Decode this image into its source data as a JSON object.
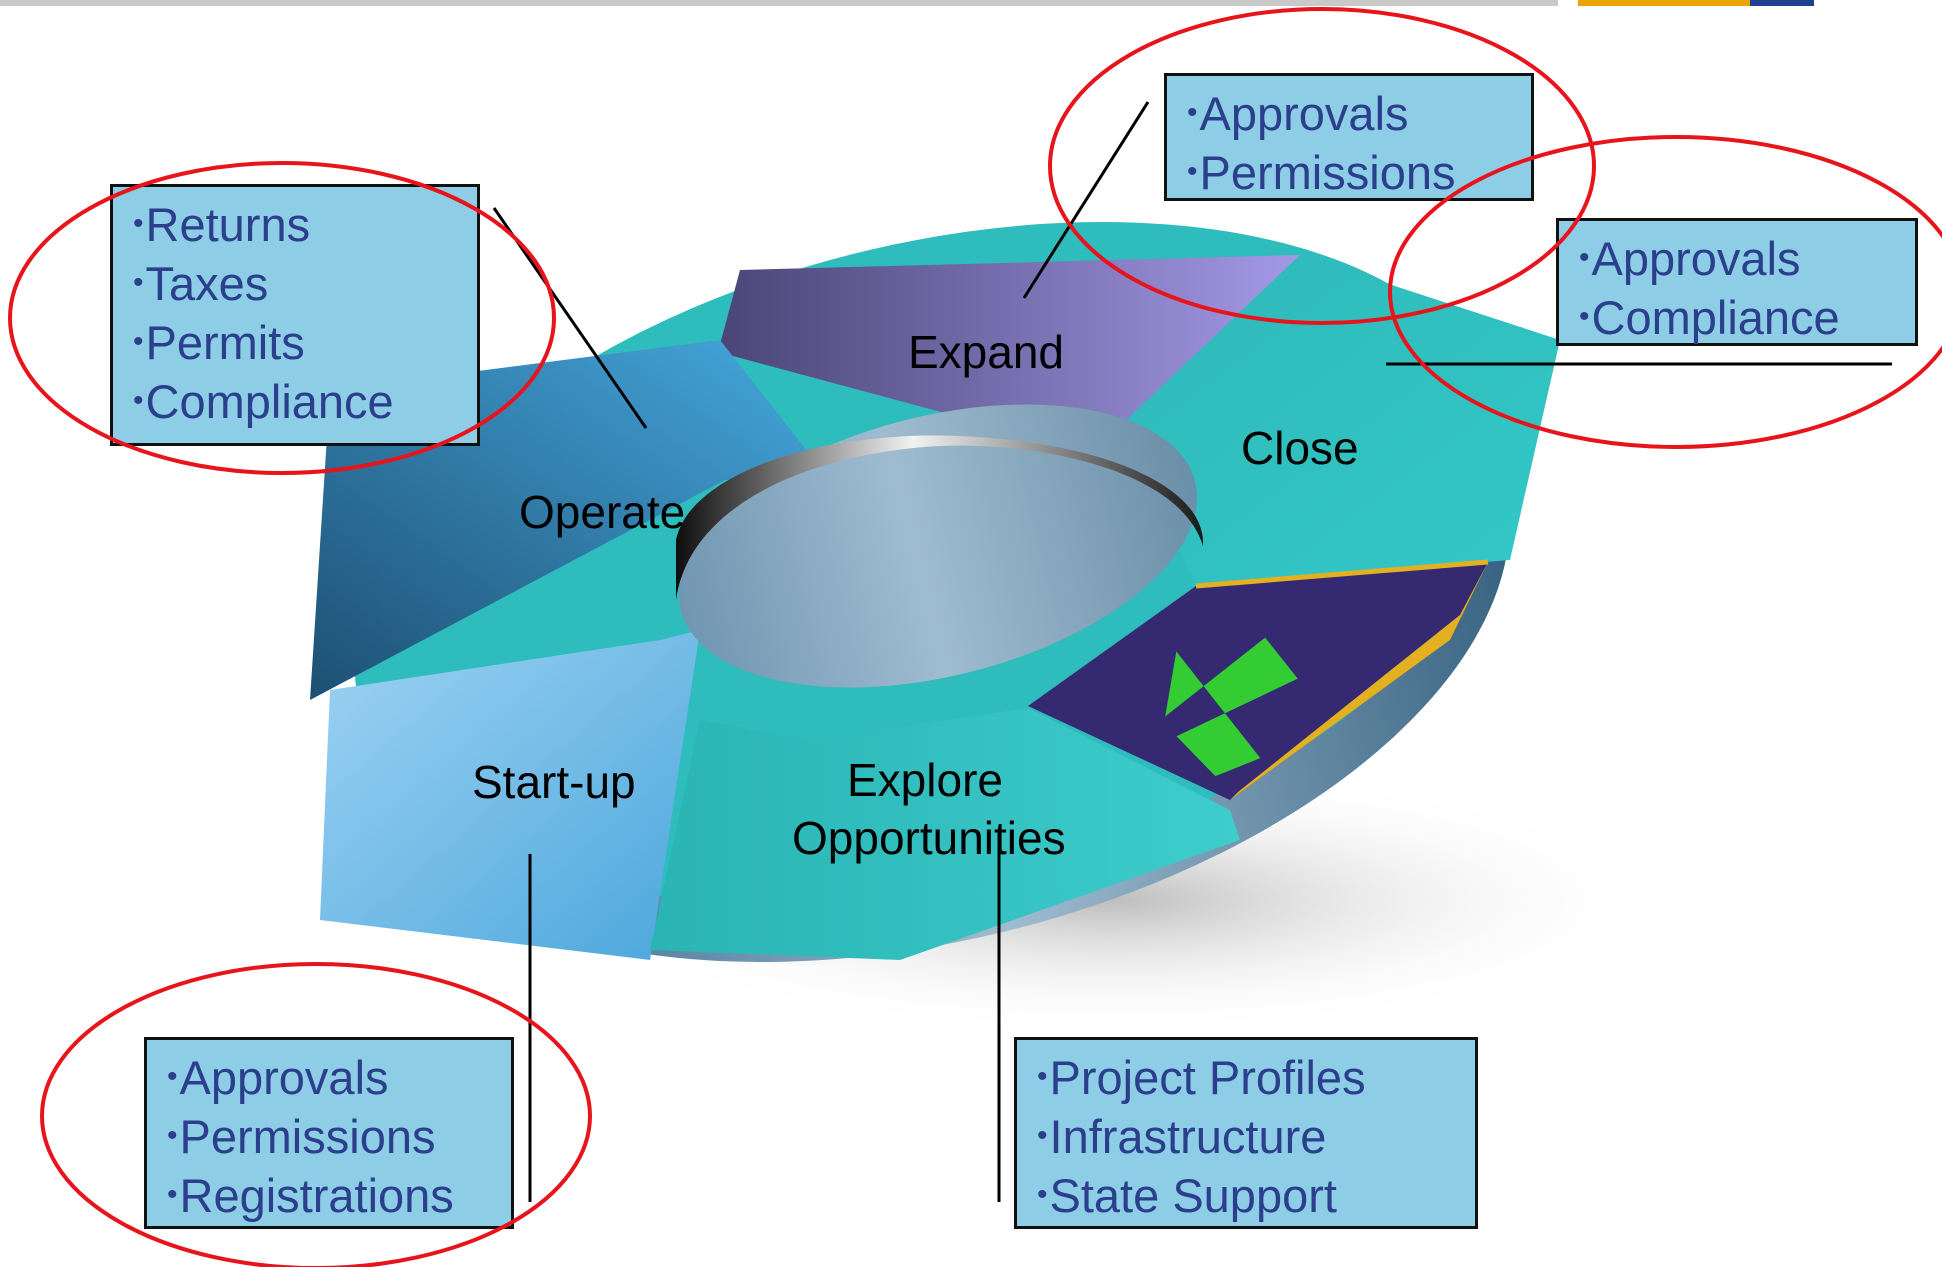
{
  "segments": {
    "expand": "Expand",
    "close": "Close",
    "operate": "Operate",
    "startup": "Start-up",
    "explore_line1": "Explore",
    "explore_line2": "Opportunities"
  },
  "callouts": {
    "operate": [
      "Returns",
      "Taxes",
      "Permits",
      "Compliance"
    ],
    "expand": [
      "Approvals",
      "Permissions"
    ],
    "close": [
      "Approvals",
      "Compliance"
    ],
    "startup": [
      "Approvals",
      "Permissions",
      "Registrations"
    ],
    "explore": [
      "Project Profiles",
      "Infrastructure",
      "State Support"
    ]
  },
  "colors": {
    "expand": "#7a6fb8",
    "close": "#2fbcbc",
    "operate": "#2f86c0",
    "startup": "#7cc2ea",
    "explore": "#30bdbd",
    "arrow_segment": "#352a72",
    "arrow": "#33cc33",
    "callout_fill": "#8ecde6",
    "callout_text": "#2b3f8c",
    "highlight_ellipse": "#e8141c"
  },
  "icons": {
    "pointer": "green-arrow-icon"
  }
}
